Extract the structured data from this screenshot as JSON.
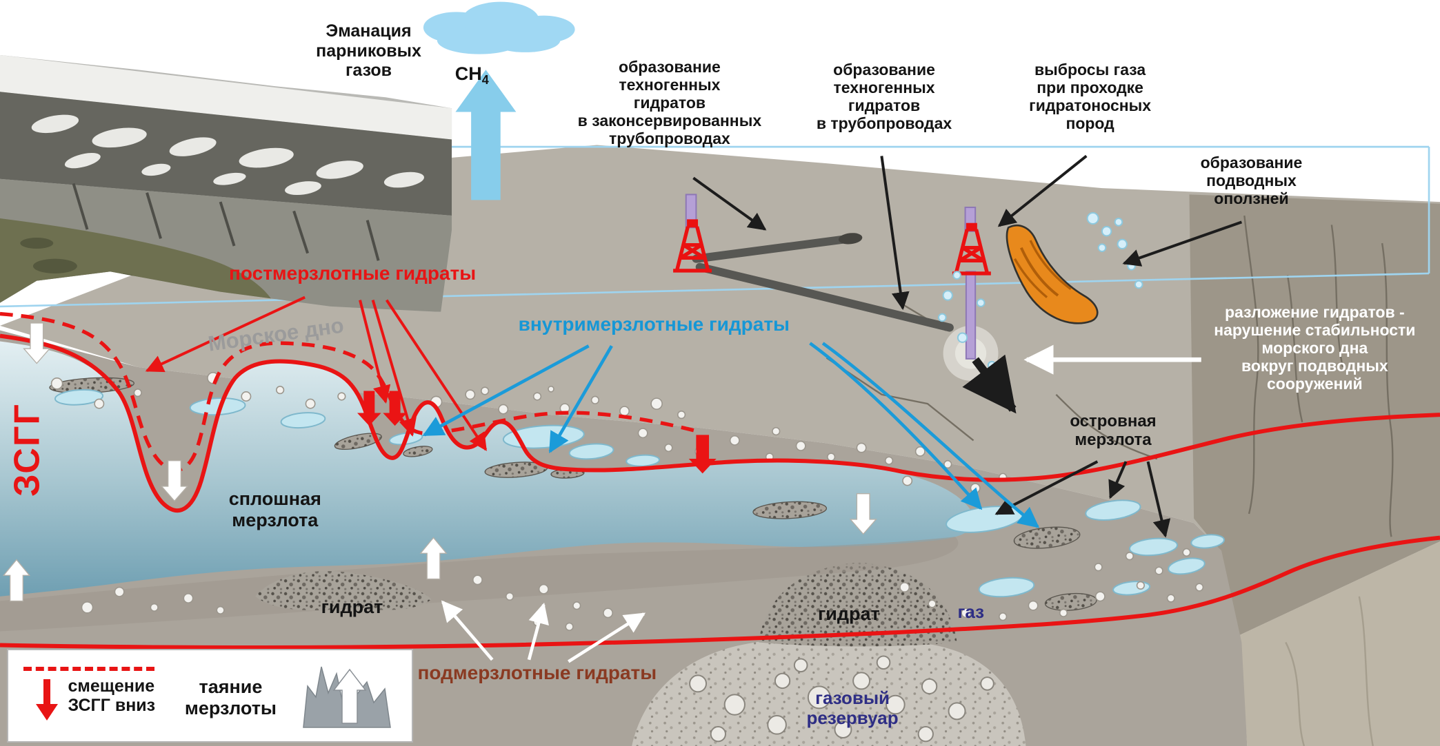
{
  "title": "Схема опасностей, связанных с газовыми гидратами в субмаринной криолитозоне",
  "colors": {
    "red_accent": "#e81414",
    "blue_accent": "#1697d6",
    "navy": "#2e2e85",
    "gray_label": "#9b9b9b",
    "maroon": "#8a3a22",
    "light_blue_arrow": "#87cdeb",
    "terrain_gray": "#b6b1a7",
    "permafrost_teal": "#8fb7c4",
    "orange_slide": "#e8891c"
  },
  "labels": {
    "emanation": "Эманация\nпарниковых\nгазов",
    "ch4_base": "CH",
    "ch4_sub": "4",
    "tech_hydrates_conserved": "образование\nтехногенных\nгидратов\nв законсервированных\nтрубопроводах",
    "tech_hydrates_pipelines": "образование\nтехногенных\nгидратов\nв трубопроводах",
    "gas_emissions": "выбросы газа\nпри проходке\nгидратоносных\nпород",
    "underwater_landslides": "образование\nподводных\nоползней",
    "hydrate_decomposition": "разложение гидратов -\nнарушение стабильности\nморского дна\nвокруг подводных\nсооружений",
    "island_permafrost": "островная\nмерзлота",
    "post_permafrost_hydrates": "постмерзлотные гидраты",
    "intra_permafrost_hydrates": "внутримерзлотные гидраты",
    "seafloor": "Морское дно",
    "zsgg": "ЗСГГ",
    "continuous_permafrost": "сплошная\nмерзлота",
    "hydrate_left": "гидрат",
    "hydrate_right": "гидрат",
    "gas": "газ",
    "sub_permafrost_hydrates": "подмерзлотные гидраты",
    "gas_reservoir": "газовый\nрезервуар"
  },
  "legend": {
    "shift": "смещение\nЗСГГ вниз",
    "melting": "таяние\nмерзлоты"
  }
}
